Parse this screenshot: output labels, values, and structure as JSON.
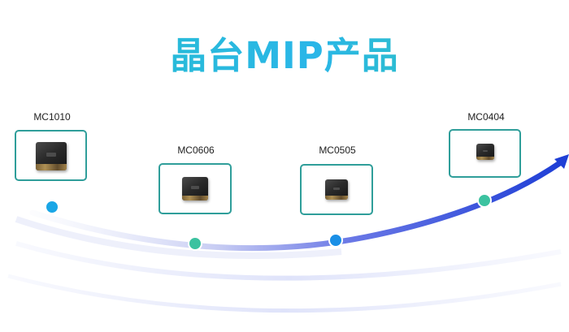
{
  "title": "晶台MIP产品",
  "products": [
    {
      "label": "MC1010"
    },
    {
      "label": "MC0606"
    },
    {
      "label": "MC0505"
    },
    {
      "label": "MC0404"
    }
  ],
  "colors": {
    "card_border": "#2f9e9a",
    "dot_cyan": "#1aa6e6",
    "dot_green": "#3cc2a0",
    "dot_blue": "#1a8fe6",
    "arrow_blue": "#1f3fd6"
  }
}
